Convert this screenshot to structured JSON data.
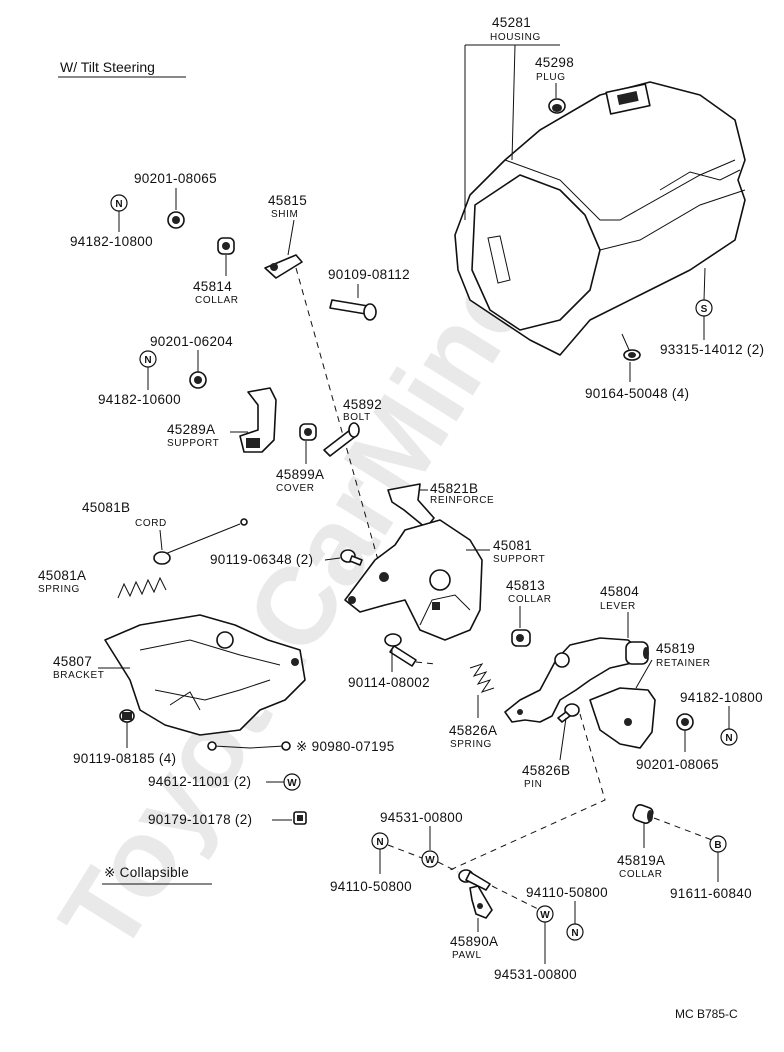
{
  "header": {
    "title": "W/ Tilt Steering"
  },
  "footnote": {
    "collapsible": "※ Collapsible"
  },
  "reference": "MC  B785-C",
  "watermark": "ToyotaCarMine.ru",
  "parts": {
    "p45281": {
      "number": "45281",
      "name": "HOUSING"
    },
    "p45298": {
      "number": "45298",
      "name": "PLUG"
    },
    "p90201_08065_top": {
      "number": "90201-08065"
    },
    "p94182_10800_left": {
      "number": "94182-10800",
      "badge": "N"
    },
    "p45815": {
      "number": "45815",
      "name": "SHIM"
    },
    "p45814": {
      "number": "45814",
      "name": "COLLAR"
    },
    "p90109_08112": {
      "number": "90109-08112"
    },
    "p93315_14012": {
      "number": "93315-14012 (2)",
      "badge": "S"
    },
    "p90164_50048": {
      "number": "90164-50048 (4)"
    },
    "p90201_06204": {
      "number": "90201-06204"
    },
    "p94182_10600": {
      "number": "94182-10600",
      "badge": "N"
    },
    "p45892": {
      "number": "45892",
      "name": "BOLT"
    },
    "p45289A": {
      "number": "45289A",
      "name": "SUPPORT"
    },
    "p45899A": {
      "number": "45899A",
      "name": "COVER"
    },
    "p45821B": {
      "number": "45821B",
      "name": "REINFORCE"
    },
    "p45081B": {
      "number": "45081B",
      "name": "CORD"
    },
    "p45081": {
      "number": "45081",
      "name": "SUPPORT"
    },
    "p90119_06348": {
      "number": "90119-06348 (2)"
    },
    "p45081A": {
      "number": "45081A",
      "name": "SPRING"
    },
    "p45813": {
      "number": "45813",
      "name": "COLLAR"
    },
    "p45804": {
      "number": "45804",
      "name": "LEVER"
    },
    "p45819": {
      "number": "45819",
      "name": "RETAINER"
    },
    "p45807": {
      "number": "45807",
      "name": "BRACKET"
    },
    "p90114_08002": {
      "number": "90114-08002"
    },
    "p94182_10800_right": {
      "number": "94182-10800",
      "badge": "N"
    },
    "p45826A": {
      "number": "45826A",
      "name": "SPRING"
    },
    "p45826B": {
      "number": "45826B",
      "name": "PIN"
    },
    "p90201_08065_right": {
      "number": "90201-08065"
    },
    "p90119_08185": {
      "number": "90119-08185 (4)"
    },
    "p90980_07195": {
      "number": "※ 90980-07195"
    },
    "p94612_11001": {
      "number": "94612-11001 (2)",
      "badge": "W"
    },
    "p90179_10178": {
      "number": "90179-10178 (2)"
    },
    "p94531_00800_top": {
      "number": "94531-00800",
      "badge": "W"
    },
    "p94110_50800_left": {
      "number": "94110-50800",
      "badge": "N"
    },
    "p45819A": {
      "number": "45819A",
      "name": "COLLAR"
    },
    "p91611_60840": {
      "number": "91611-60840",
      "badge": "B"
    },
    "p94110_50800_right": {
      "number": "94110-50800",
      "badge": "N"
    },
    "p45890A": {
      "number": "45890A",
      "name": "PAWL"
    },
    "p94531_00800_bottom": {
      "number": "94531-00800",
      "badge": "W"
    }
  }
}
